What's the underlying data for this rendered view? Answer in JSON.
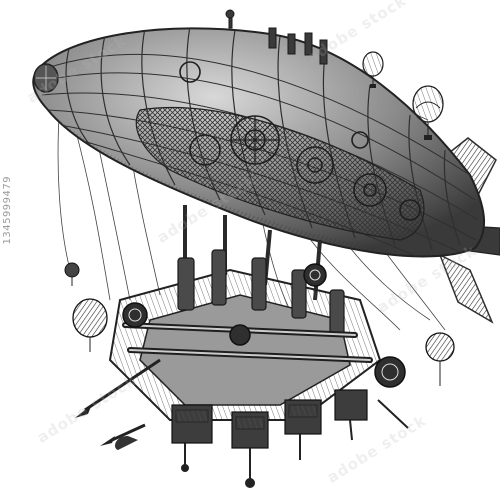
{
  "image": {
    "subject": "Engraved illustration of a steampunk airship (dirigible) carrying a large mechanical engine platform, with small hot-air balloons floating around it",
    "style": "monochrome pen-and-ink engraving on white background",
    "colors": {
      "ink": "#2f2f2f",
      "mid": "#6d6d6d",
      "light": "#bdbdbd",
      "paper": "#ffffff"
    }
  },
  "stock_id": "1345999479",
  "watermark": {
    "text": "adobe stock",
    "color": "#b4b4b4"
  }
}
